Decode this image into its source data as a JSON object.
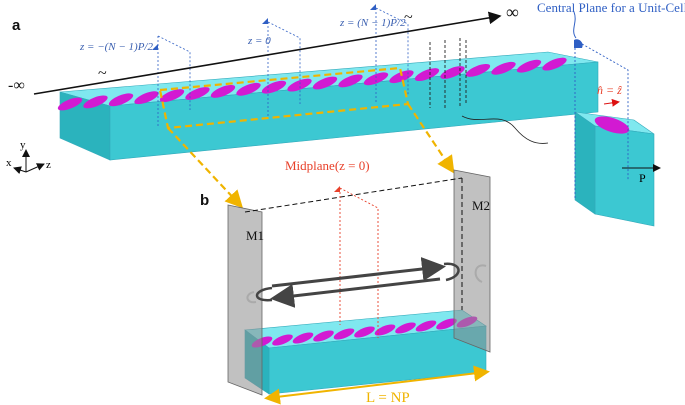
{
  "panels": {
    "a": "a",
    "b": "b"
  },
  "axis": {
    "left_inf": "-∞",
    "right_inf": "∞",
    "tilde": "~"
  },
  "z_labels": {
    "left": "z = −(N − 1)P/2",
    "center": "z = 0",
    "right": "z = (N − 1)P/2"
  },
  "unit_cell": {
    "title": "Central Plane for a Unit-Cell",
    "normal": "n̂ = ẑ",
    "period": "P"
  },
  "coords": {
    "x": "x",
    "y": "y",
    "z": "z"
  },
  "cavity": {
    "midplane": "Midplane(z = 0)",
    "mirror1": "M1",
    "mirror2": "M2",
    "length": "L = NP"
  },
  "colors": {
    "slab_top": "#7fe8ef",
    "slab_front": "#3cc8d2",
    "slab_side": "#2bb3bd",
    "ellipse": "#d21ad2",
    "dashed_link": "#f0b400",
    "midplane": "#e8402a",
    "axis_blue": "#2f5fc4"
  }
}
